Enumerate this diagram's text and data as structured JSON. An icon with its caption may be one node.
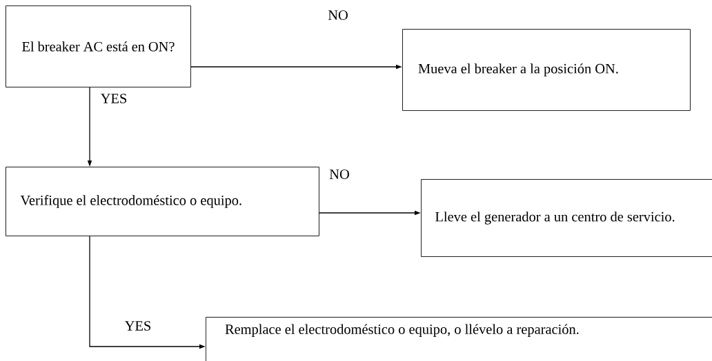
{
  "diagram": {
    "nodes": [
      {
        "text": [
          "El breaker AC está en ON?"
        ]
      },
      {
        "text": [
          "Mueva el breaker  a la posición ON."
        ]
      },
      {
        "text": [
          "Verifique el electrodoméstico o equipo."
        ]
      },
      {
        "text": [
          "Lleve el generador a un centro de servicio."
        ]
      },
      {
        "text": [
          "Remplace el electrodoméstico o equipo, o llévelo a reparación."
        ]
      }
    ],
    "edges": [
      {
        "from": 0,
        "to": 1,
        "arrow": "to",
        "label": "NO"
      },
      {
        "from": 0,
        "to": 2,
        "arrow": "to",
        "label": "YES"
      },
      {
        "from": 2,
        "to": 3,
        "arrow": "to",
        "label": "NO"
      },
      {
        "from": 2,
        "to": 4,
        "arrow": "to",
        "label": "YES"
      }
    ]
  }
}
